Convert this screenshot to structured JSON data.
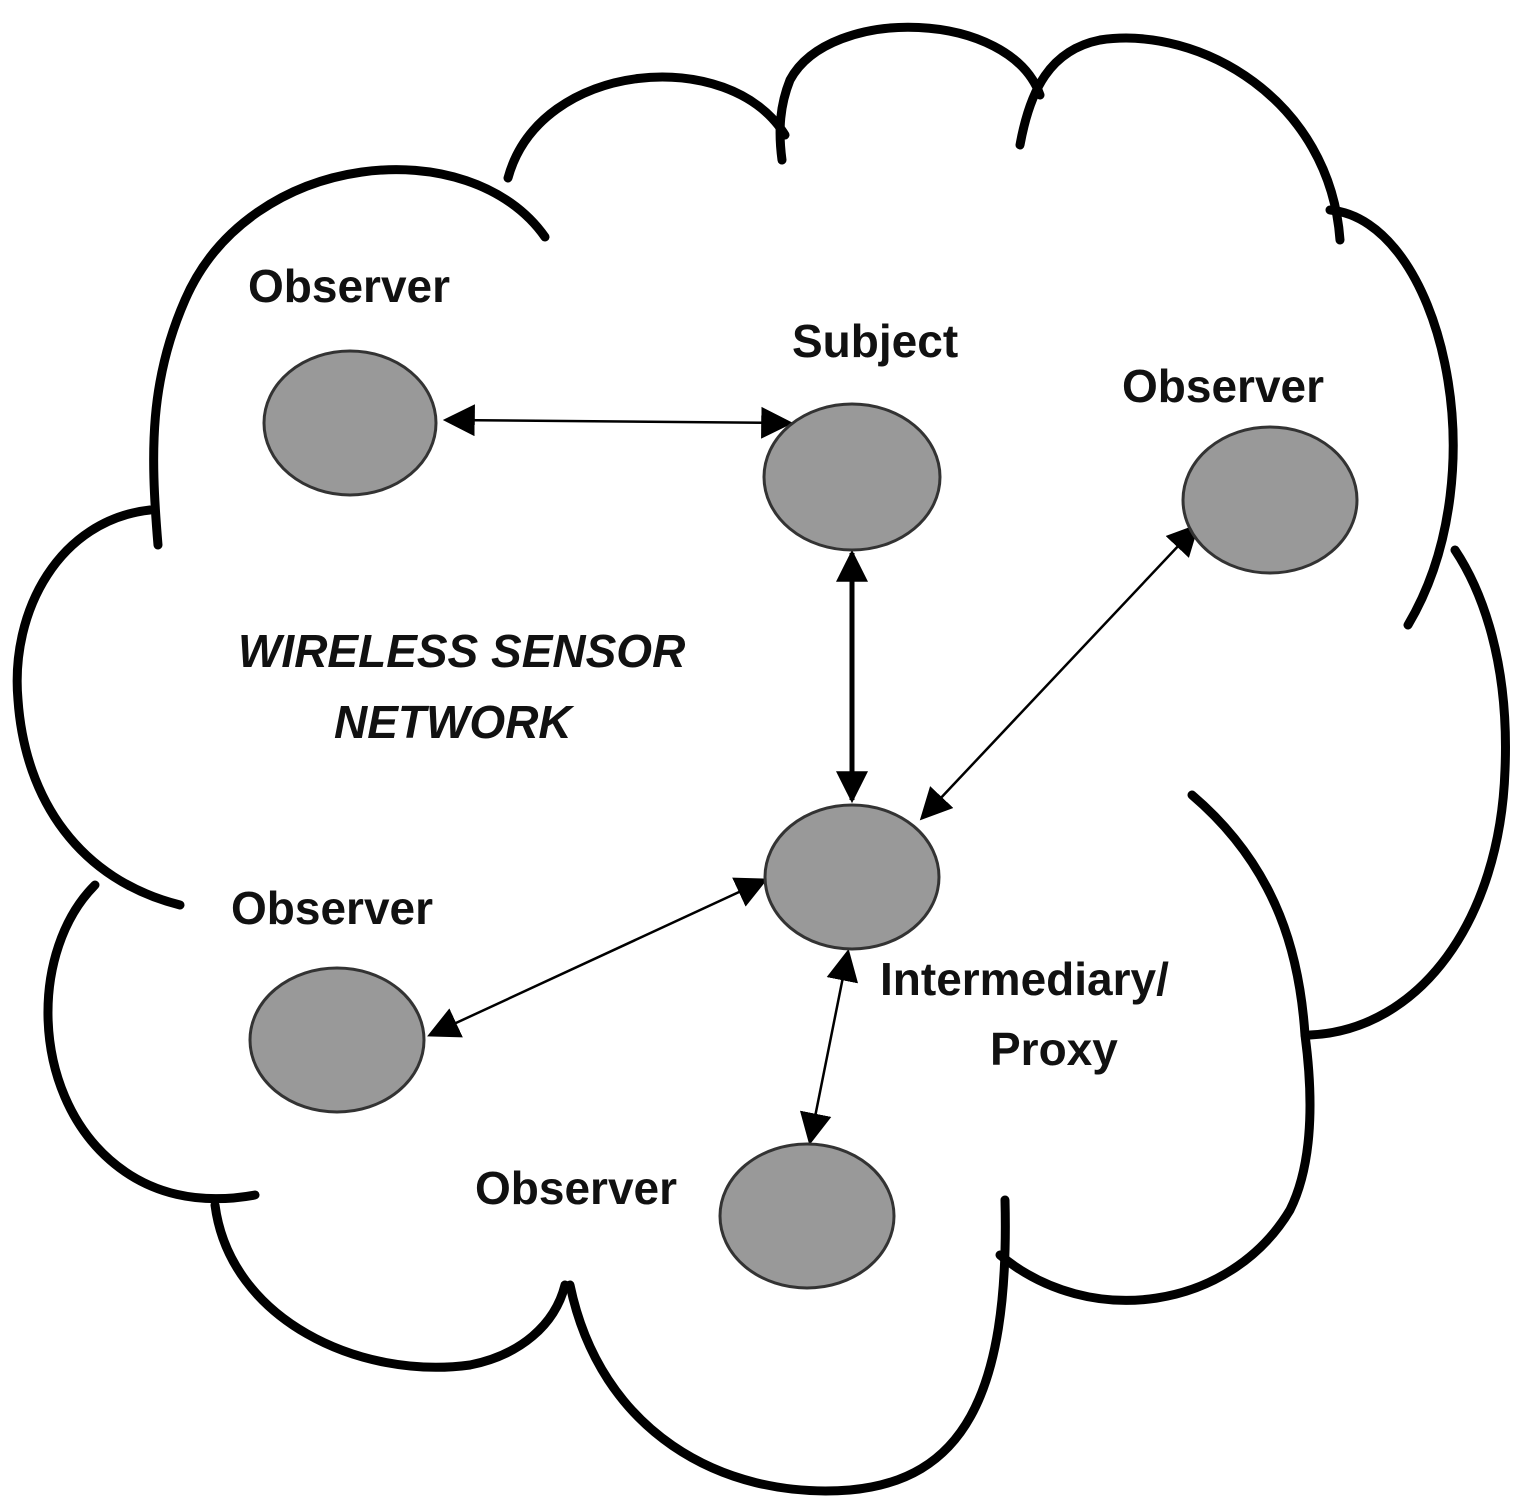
{
  "diagram": {
    "title_line1": "WIRELESS SENSOR",
    "title_line2": "NETWORK",
    "nodes": {
      "observer_top_left": "Observer",
      "subject": "Subject",
      "observer_right": "Observer",
      "observer_bottom_left": "Observer",
      "observer_bottom": "Observer",
      "intermediary_line1": "Intermediary/",
      "intermediary_line2": "Proxy"
    },
    "colors": {
      "node_fill": "#999999",
      "node_stroke": "#333333",
      "outline": "#000000"
    }
  }
}
